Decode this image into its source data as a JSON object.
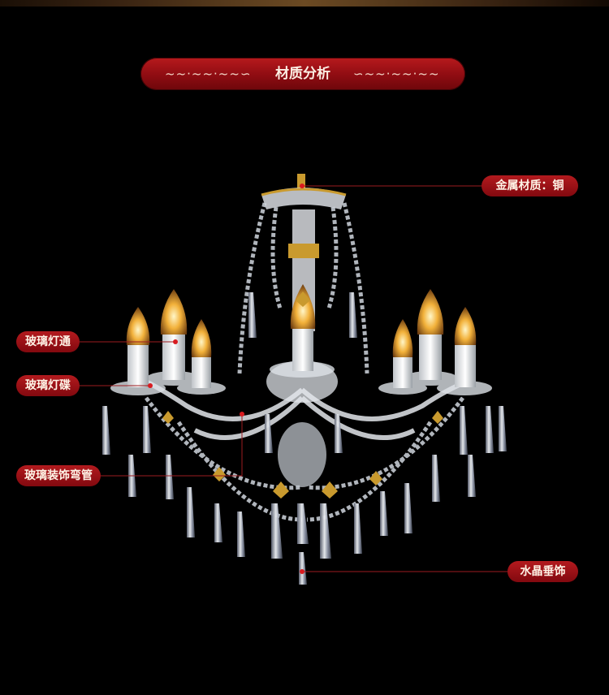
{
  "banner": {
    "title": "材质分析",
    "deco_left": "~~·~~·~~∽",
    "deco_right": "∽~~·~~·~~"
  },
  "labels": {
    "metal": "金属材质：铜",
    "glass_tube": "玻璃灯通",
    "glass_dish": "玻璃灯碟",
    "glass_pipe": "玻璃装饰弯管",
    "crystal": "水晶垂饰"
  },
  "colors": {
    "banner_red": "#a01218",
    "leader_line": "#9c1b1f",
    "dot": "#d81b20",
    "gold": "#c99a2e"
  }
}
